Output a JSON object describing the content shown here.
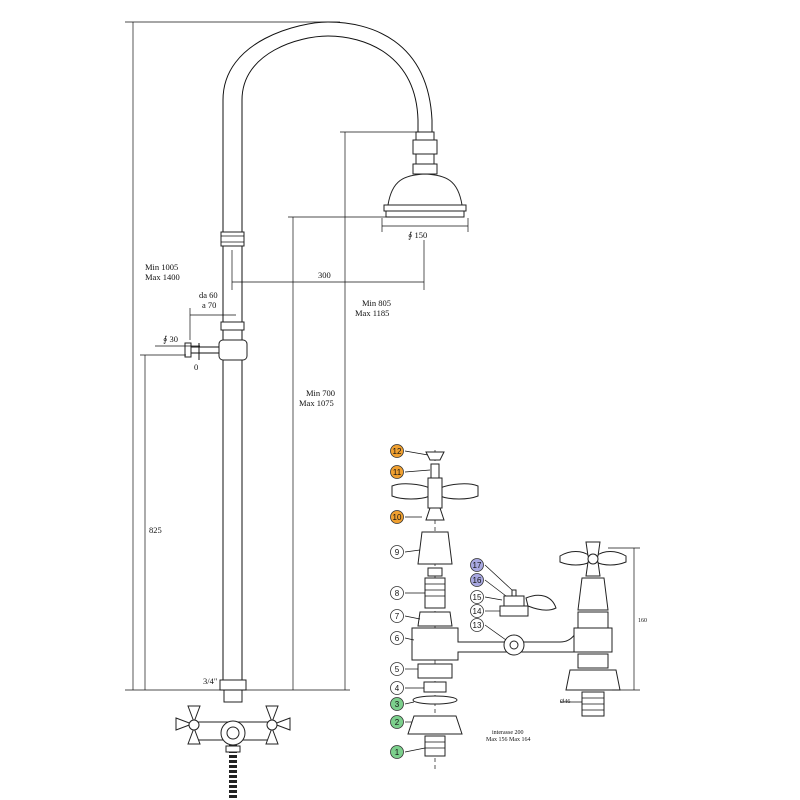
{
  "shower": {
    "overall_height": {
      "min": "Min 1005",
      "max": "Max 1400"
    },
    "arm_reach": "300",
    "head_diameter": "∮ 150",
    "head_height": {
      "min": "Min 805",
      "max": "Max 1185"
    },
    "face_height": {
      "min": "Min 700",
      "max": "Max 1075"
    },
    "wall_offset": {
      "from": "da 60",
      "to": "a 70"
    },
    "bracket_diameter": "∮ 30",
    "bracket_label": "0",
    "bracket_height": "825",
    "inlet_thread": "3/4\""
  },
  "exploded": {
    "callouts": [
      {
        "n": "12",
        "color": "#f0a030"
      },
      {
        "n": "11",
        "color": "#f0a030"
      },
      {
        "n": "10",
        "color": "#f0a030"
      },
      {
        "n": "9",
        "color": "#ffffff"
      },
      {
        "n": "8",
        "color": "#ffffff"
      },
      {
        "n": "7",
        "color": "#ffffff"
      },
      {
        "n": "6",
        "color": "#ffffff"
      },
      {
        "n": "5",
        "color": "#ffffff"
      },
      {
        "n": "4",
        "color": "#ffffff"
      },
      {
        "n": "3",
        "color": "#7ccf8c"
      },
      {
        "n": "2",
        "color": "#7ccf8c"
      },
      {
        "n": "1",
        "color": "#7ccf8c"
      },
      {
        "n": "17",
        "color": "#a8a8e0"
      },
      {
        "n": "16",
        "color": "#a8a8e0"
      },
      {
        "n": "15",
        "color": "#ffffff"
      },
      {
        "n": "14",
        "color": "#ffffff"
      },
      {
        "n": "13",
        "color": "#ffffff"
      }
    ],
    "interaxis": {
      "line1": "interasse 200",
      "line2": "Max 156 Max 164"
    },
    "right_height": "160",
    "base_diameter": "Ø46"
  }
}
